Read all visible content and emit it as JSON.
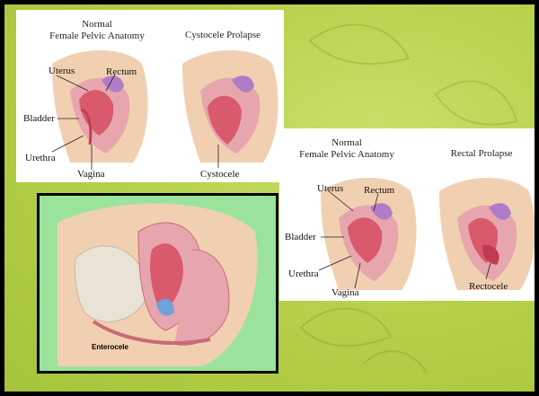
{
  "panel_top_left": {
    "title_left": "Normal\nFemale Pelvic Anatomy",
    "title_right": "Cystocele Prolapse",
    "labels": {
      "uterus": "Uterus",
      "rectum": "Rectum",
      "bladder": "Bladder",
      "urethra": "Urethra",
      "vagina": "Vagina",
      "condition": "Cystocele"
    }
  },
  "panel_right": {
    "title_left": "Normal\nFemale Pelvic Anatomy",
    "title_right": "Rectal Prolapse",
    "labels": {
      "uterus": "Uterus",
      "rectum": "Rectum",
      "bladder": "Bladder",
      "urethra": "Urethra",
      "vagina": "Vagina",
      "condition": "Rectocele"
    }
  },
  "panel_enterocele": {
    "label": "Enterocele"
  },
  "colors": {
    "background": "#b6d14a",
    "tissue": "#e7a6ad",
    "organ": "#d9596d",
    "skin": "#f1d0b1",
    "accent": "#6fa2d8"
  }
}
